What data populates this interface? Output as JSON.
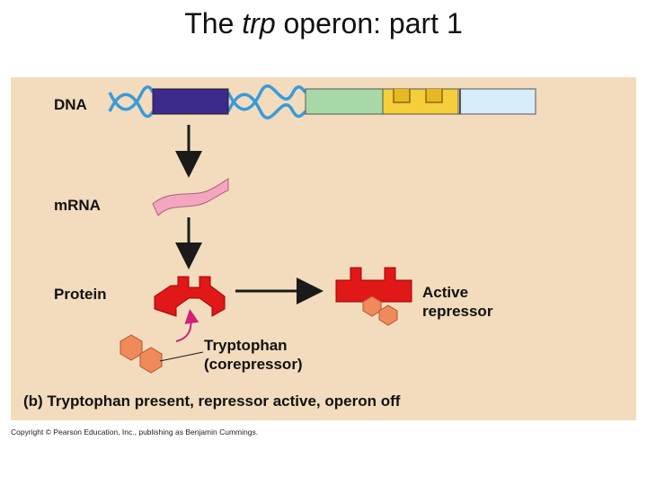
{
  "slide": {
    "title_prefix": "The ",
    "title_italic": "trp",
    "title_suffix": " operon: part 1"
  },
  "diagram": {
    "dna_label": "DNA",
    "mrna_label": "mRNA",
    "protein_label": "Protein",
    "active_label_line1": "Active",
    "active_label_line2": "repressor",
    "tryptophan_line1": "Tryptophan",
    "tryptophan_line2": "(corepressor)",
    "caption": "(b) Tryptophan present, repressor active, operon off"
  },
  "footer": {
    "copyright": "Copyright © Pearson Education, Inc., publishing as Benjamin Cummings."
  },
  "colors": {
    "panel_bg": "#f2dcbd",
    "dna_helix": "#3a9ad9",
    "repressor_gene": "#3d2a8a",
    "gene_green": "#a8d8a8",
    "gene_yellow": "#f5cf3a",
    "gene_blue": "#d6ecf8",
    "mrna": "#f4a6c0",
    "repressor": "#e01818",
    "tryptophan": "#f08a5a",
    "magenta_arrow": "#d0207a"
  }
}
